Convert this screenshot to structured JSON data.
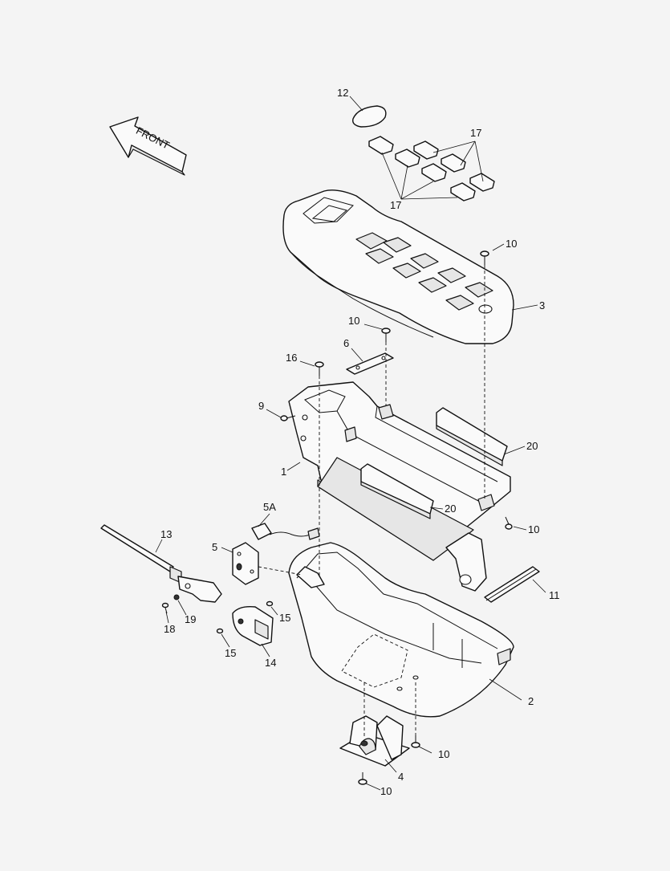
{
  "front_label": "FRONT",
  "callouts": {
    "c1": "1",
    "c2": "2",
    "c3": "3",
    "c4": "4",
    "c5": "5",
    "c5a": "5A",
    "c6": "6",
    "c9": "9",
    "c10": "10",
    "c11": "11",
    "c12": "12",
    "c13": "13",
    "c14": "14",
    "c15": "15",
    "c16": "16",
    "c17": "17",
    "c18": "18",
    "c19": "19",
    "c20": "20"
  },
  "colors": {
    "line": "#111111",
    "paper": "#f4f4f4",
    "fill": "#fafafa",
    "shade": "#e6e6e6"
  }
}
